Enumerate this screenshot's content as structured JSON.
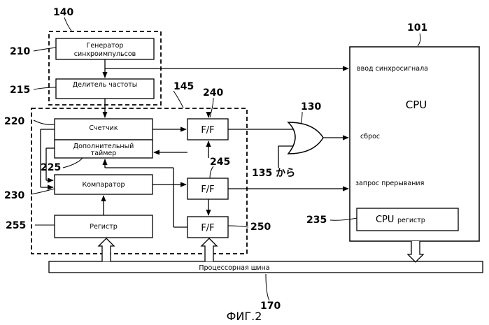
{
  "refs": {
    "r140": "140",
    "r210": "210",
    "r215": "215",
    "r145": "145",
    "r240": "240",
    "r220": "220",
    "r225": "225",
    "r230": "230",
    "r255": "255",
    "r245": "245",
    "r250": "250",
    "r130": "130",
    "r135": "135 から",
    "r101": "101",
    "r235": "235",
    "r170": "170"
  },
  "blocks": {
    "sync_gen_line1": "Генератор",
    "sync_gen_line2": "синхроимпульсов",
    "freq_div": "Делитель частоты",
    "counter": "Счетчик",
    "aux_timer_line1": "Дополнительный",
    "aux_timer_line2": "таймер",
    "comparator": "Компаратор",
    "register": "Регистр",
    "ff1": "F/F",
    "ff2": "F/F",
    "ff3": "F/F"
  },
  "cpu": {
    "title": "CPU",
    "sync_input": "ввод синхросигнала",
    "reset": "сброс",
    "irq": "запрос прерывания",
    "reg_cpu": "CPU",
    "reg_word": "регистр"
  },
  "bus": {
    "label": "Процессорная шина"
  },
  "figure": {
    "caption": "ФИГ.2"
  }
}
